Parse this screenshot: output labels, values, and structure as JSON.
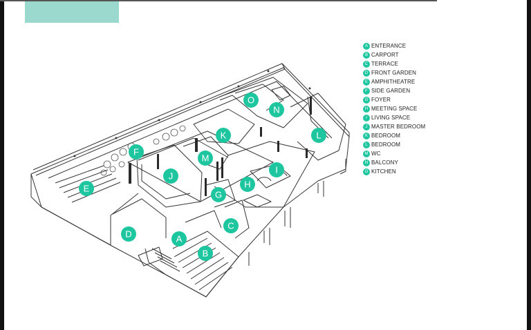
{
  "colors": {
    "accent": "#1ec6a0",
    "title_block": "#9bd9cf",
    "line": "#333333"
  },
  "legend": {
    "items": [
      {
        "letter": "A",
        "label": "ENTERANCE"
      },
      {
        "letter": "B",
        "label": "CARPORT"
      },
      {
        "letter": "C",
        "label": "TERRACE"
      },
      {
        "letter": "D",
        "label": "FRONT GARDEN"
      },
      {
        "letter": "E",
        "label": "AMPHITHEATRE"
      },
      {
        "letter": "F",
        "label": "SIDE GARDEN"
      },
      {
        "letter": "G",
        "label": "FOYER"
      },
      {
        "letter": "H",
        "label": "MEETING SPACE"
      },
      {
        "letter": "I",
        "label": "LIVING SPACE"
      },
      {
        "letter": "J",
        "label": "MASTER BEDROOM"
      },
      {
        "letter": "K",
        "label": "BEDROOM"
      },
      {
        "letter": "L",
        "label": "BEDROOM"
      },
      {
        "letter": "M",
        "label": "WC"
      },
      {
        "letter": "N",
        "label": "BALCONY"
      },
      {
        "letter": "O",
        "label": "KITCHEN"
      }
    ]
  },
  "markers": [
    "A",
    "B",
    "C",
    "D",
    "E",
    "F",
    "G",
    "H",
    "I",
    "J",
    "K",
    "L",
    "M",
    "N",
    "O"
  ]
}
